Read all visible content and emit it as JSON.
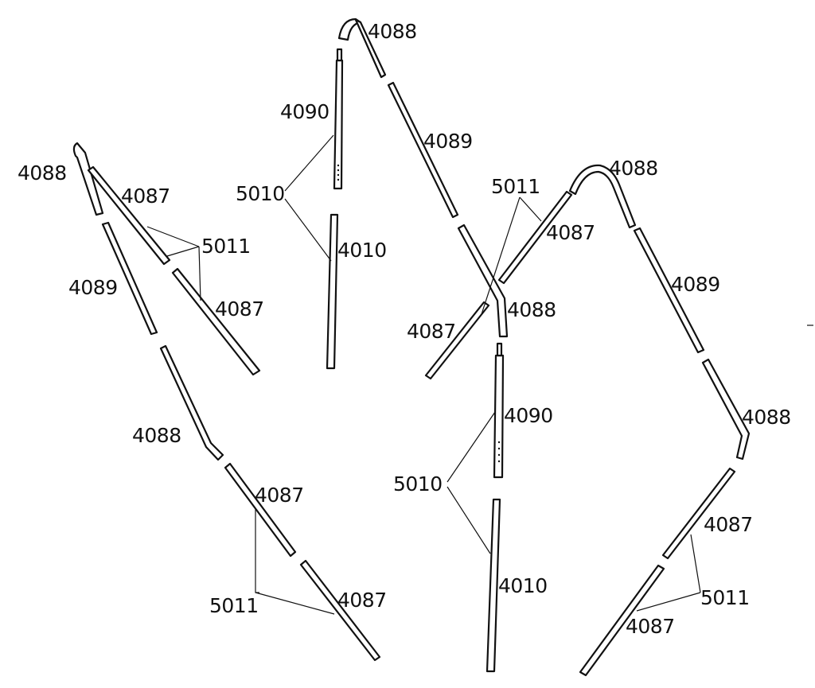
{
  "part_numbers": {
    "p4010": "4010",
    "p4087": "4087",
    "p4088": "4088",
    "p4089": "4089",
    "p4090": "4090",
    "p4090_partial": "4090",
    "p5010": "5010",
    "p5011": "5011"
  }
}
